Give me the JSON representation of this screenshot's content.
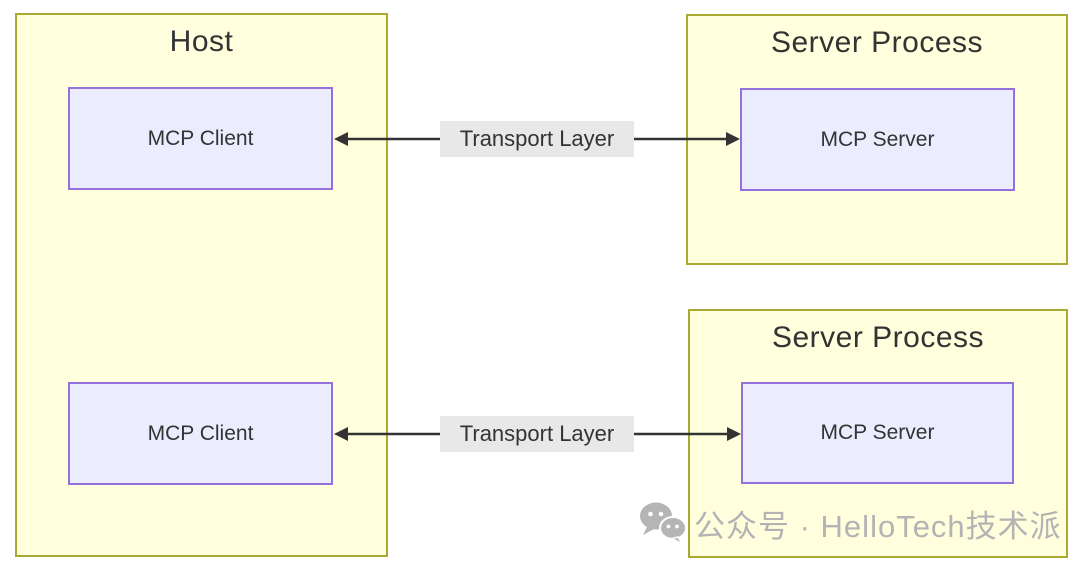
{
  "diagram": {
    "host": {
      "title": "Host"
    },
    "server_process_1": {
      "title": "Server Process"
    },
    "server_process_2": {
      "title": "Server Process"
    },
    "mcp_client_1": {
      "label": "MCP Client"
    },
    "mcp_client_2": {
      "label": "MCP Client"
    },
    "mcp_server_1": {
      "label": "MCP Server"
    },
    "mcp_server_2": {
      "label": "MCP Server"
    },
    "edge_1": {
      "label": "Transport Layer",
      "from": "MCP Client",
      "to": "MCP Server",
      "bidirectional": true
    },
    "edge_2": {
      "label": "Transport Layer",
      "from": "MCP Client",
      "to": "MCP Server",
      "bidirectional": true
    },
    "colors": {
      "cluster_fill": "#ffffde",
      "cluster_border": "#aaaa33",
      "node_fill": "#ececff",
      "node_border": "#9370db",
      "edge": "#333333",
      "edge_label_bg": "#e8e8e8",
      "text": "#333333",
      "watermark_gray": "#b3b3b3"
    }
  },
  "watermark": {
    "icon": "wechat-icon",
    "text": "公众号 · HelloTech技术派"
  }
}
